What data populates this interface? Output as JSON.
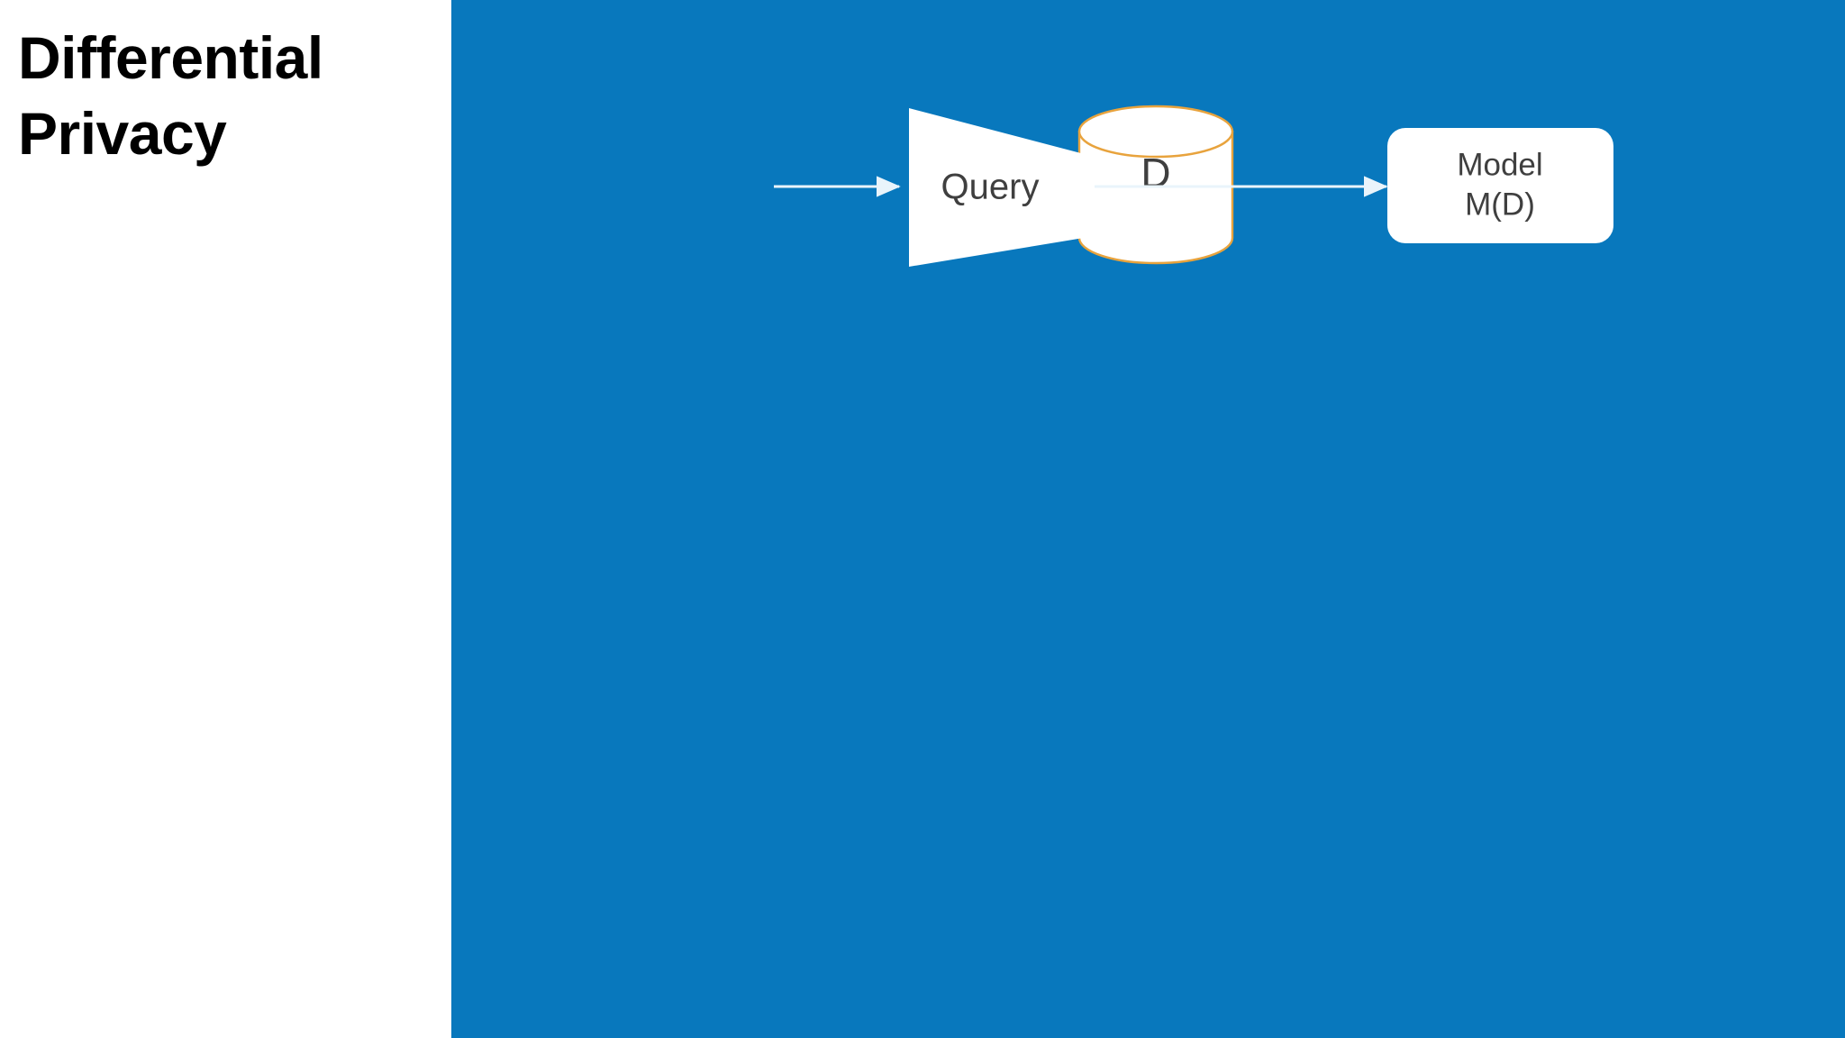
{
  "slide": {
    "title": "Differential\nPrivacy",
    "background_color": "#0878bd",
    "panel_color": "#ffffff"
  },
  "diagram": {
    "type": "flow-pipeline",
    "connector_color": "#e9f4fb",
    "nodes": [
      {
        "id": "database",
        "shape": "cylinder",
        "label": "D",
        "fill": "#ffffff",
        "stroke": "#e8a33d",
        "text_color": "#3f3f3f"
      },
      {
        "id": "query",
        "shape": "trapezoid-funnel",
        "label": "Query",
        "fill": "#ffffff",
        "stroke": "none",
        "text_color": "#3f3f3f"
      },
      {
        "id": "model",
        "shape": "rounded-rectangle",
        "label_line1": "Model",
        "label_line2": "M(D)",
        "fill": "#ffffff",
        "stroke": "none",
        "text_color": "#3f3f3f"
      }
    ],
    "edges": [
      {
        "id": "edge-db-to-query",
        "from": "database",
        "to": "query",
        "arrow": true
      },
      {
        "id": "edge-query-to-model",
        "from": "query",
        "to": "model",
        "arrow": true
      }
    ]
  }
}
